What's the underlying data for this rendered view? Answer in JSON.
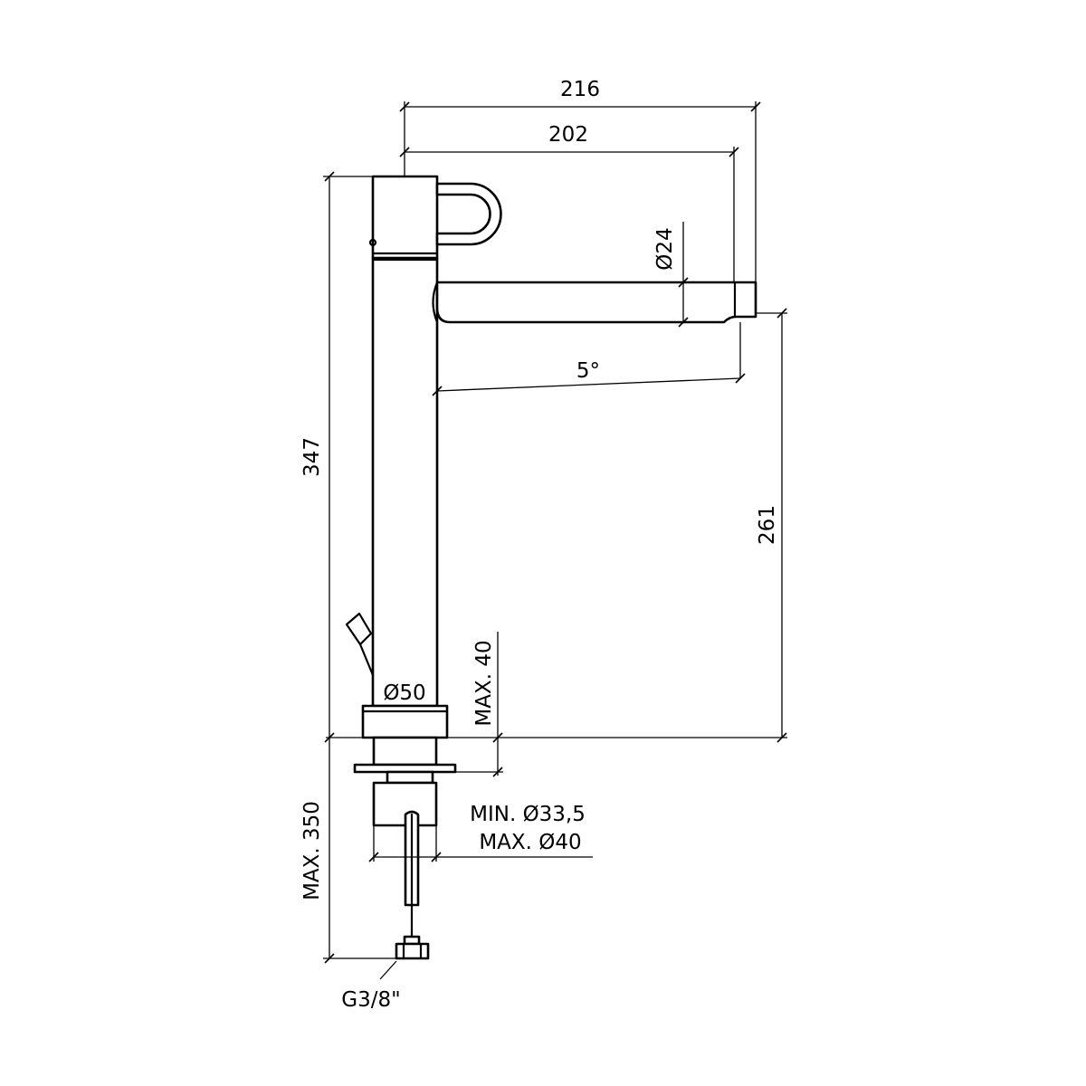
{
  "drawing": {
    "colors": {
      "line": "#000000",
      "background": "#ffffff"
    },
    "dimensions": {
      "overall_reach": "216",
      "spout_reach": "202",
      "spout_diameter": "Ø24",
      "spout_angle": "5°",
      "overall_height": "347",
      "spout_height": "261",
      "max_deck_thickness": "MAX. 40",
      "base_diameter": "Ø50",
      "max_below_deck": "MAX. 350",
      "hole_min": "MIN. Ø33,5",
      "hole_max": "MAX. Ø40",
      "connection_thread": "G3/8\""
    }
  }
}
